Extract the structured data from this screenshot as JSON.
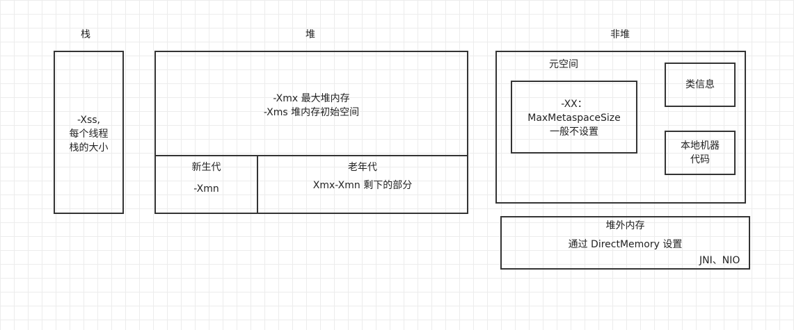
{
  "stack": {
    "title": "栈",
    "lines": [
      "-Xss,",
      "每个线程",
      "栈的大小"
    ]
  },
  "heap": {
    "title": "堆",
    "main_lines": [
      "-Xmx 最大堆内存",
      "-Xms 堆内存初始空间"
    ],
    "young": {
      "title": "新生代",
      "param": "-Xmn"
    },
    "old": {
      "title": "老年代",
      "desc": "Xmx-Xmn 剩下的部分"
    }
  },
  "nonheap": {
    "title": "非堆",
    "metaspace": {
      "title": "元空间",
      "setting_lines": [
        "-XX：",
        "MaxMetaspaceSize",
        "一般不设置"
      ]
    },
    "class_info": "类信息",
    "native_code_lines": [
      "本地机器",
      "代码"
    ]
  },
  "offheap": {
    "title": "堆外内存",
    "desc": "通过 DirectMemory 设置",
    "note": "JNI、NIO"
  }
}
